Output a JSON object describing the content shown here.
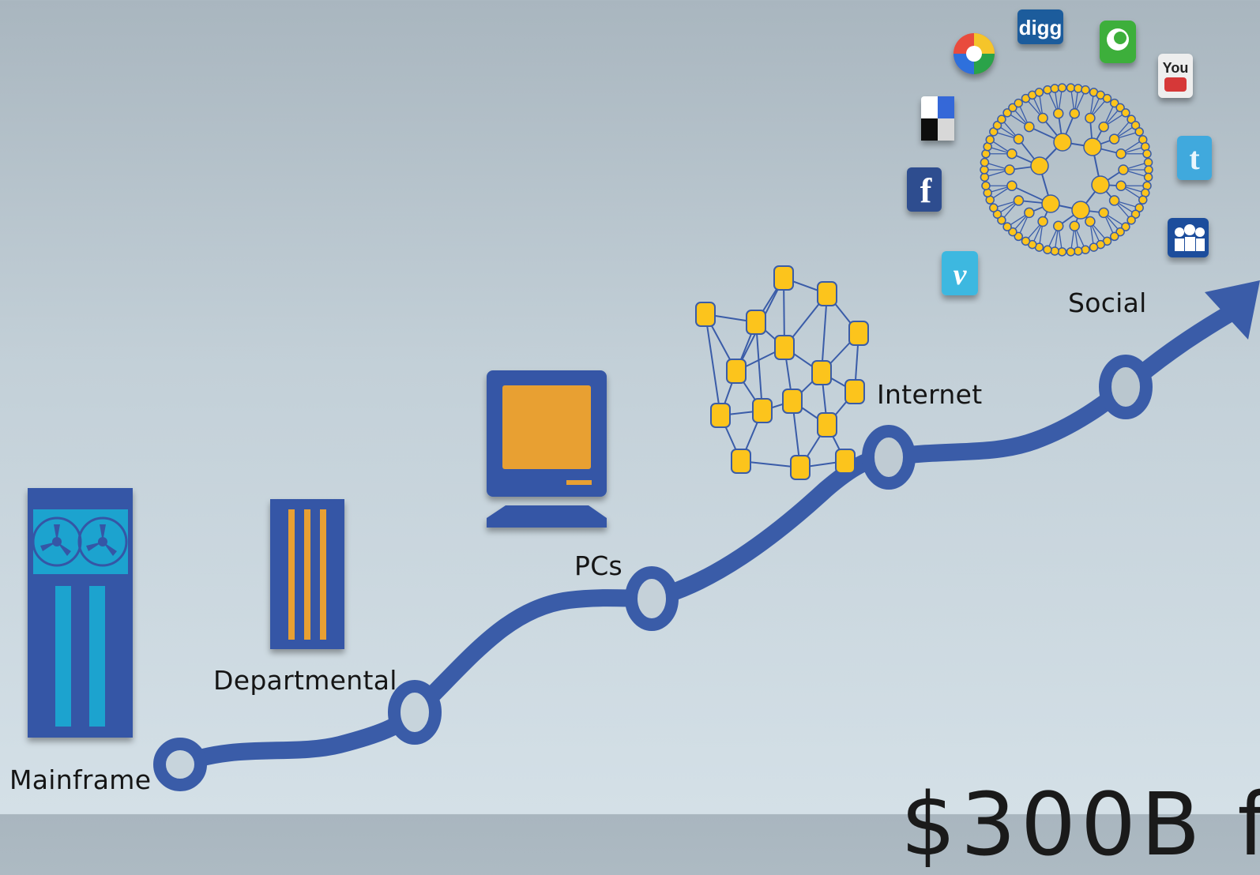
{
  "stages": [
    {
      "key": "mainframe",
      "label": "Mainframe"
    },
    {
      "key": "departmental",
      "label": "Departmental"
    },
    {
      "key": "pcs",
      "label": "PCs"
    },
    {
      "key": "internet",
      "label": "Internet"
    },
    {
      "key": "social",
      "label": "Social"
    }
  ],
  "footer_text": "$300B f",
  "social_icons": [
    "google-buzz-icon",
    "digg-icon",
    "plurk-icon",
    "youtube-icon",
    "delicious-icon",
    "twitter-icon",
    "facebook-icon",
    "myspace-icon",
    "vimeo-icon"
  ],
  "colors": {
    "path": "#3a5ca8",
    "device_blue": "#3457a6",
    "accent_orange": "#e8a030",
    "node_yellow": "#fcc41c",
    "tape_cyan": "#1ea3cf"
  }
}
